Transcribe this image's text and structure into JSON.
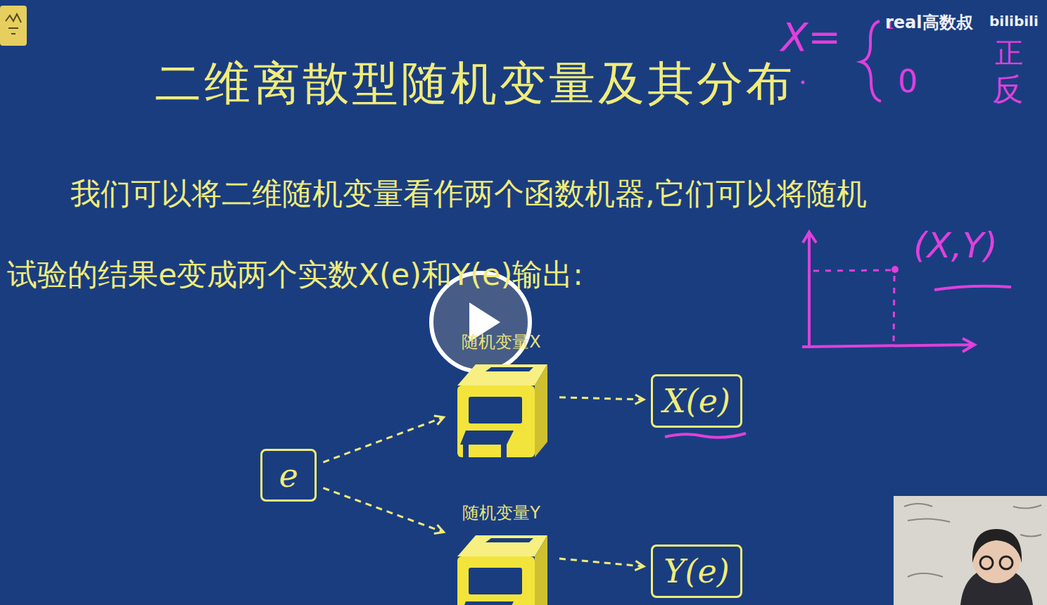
{
  "diagram": {
    "title": "二维离散型随机变量及其分布",
    "nodes": [
      {
        "text": [
          "e"
        ]
      },
      {
        "text": [
          "随机变量X"
        ]
      },
      {
        "text": [
          "X(e)"
        ]
      },
      {
        "text": [
          "随机变量Y"
        ]
      },
      {
        "text": [
          "Y(e)"
        ]
      }
    ],
    "edges": [
      {
        "from": 0,
        "to": 1,
        "arrow": "to"
      },
      {
        "from": 1,
        "to": 2,
        "arrow": "to"
      },
      {
        "from": 0,
        "to": 3,
        "arrow": "to"
      },
      {
        "from": 3,
        "to": 4,
        "arrow": "to"
      }
    ],
    "labels": [
      "我们可以将二维随机变量看作两个函数机器,它们可以将随机 试验的结果e变成两个实数X(e)和Y(e)输出:",
      "X=",
      "1",
      "0",
      "正",
      "反",
      "(X,Y)",
      "real高数叔",
      "bilibili"
    ]
  }
}
